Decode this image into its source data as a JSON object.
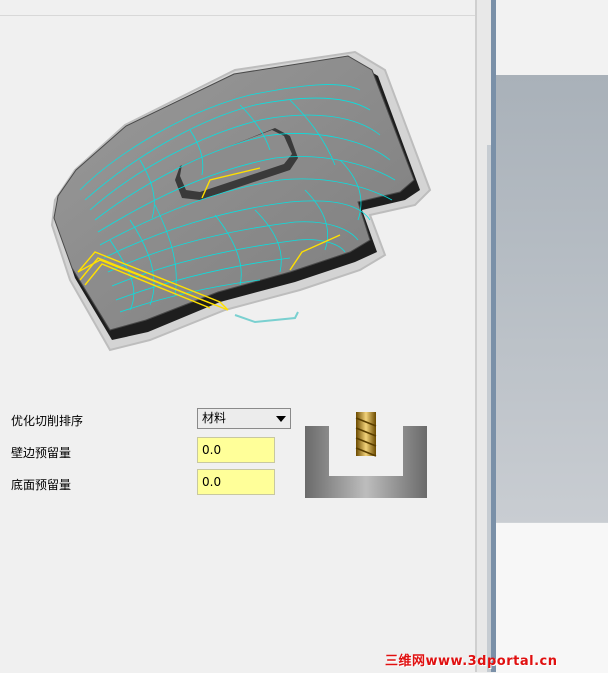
{
  "form": {
    "sort_label": "优化切削排序",
    "sort_value": "材料",
    "wall_stock_label": "壁边预留量",
    "wall_stock_value": "0.0",
    "floor_stock_label": "底面预留量",
    "floor_stock_value": "0.0"
  },
  "watermark": "三维网www.3dportal.cn",
  "colors": {
    "field_bg": "#ffff99",
    "toolpath": "#00e0e0",
    "toolpath_link": "#ffe000",
    "part_gray": "#8a8a8a",
    "watermark": "#e01010"
  },
  "icons": {
    "dropdown": "chevron-down-icon",
    "preview": "toolpath-preview-image",
    "tool": "end-mill-in-pocket-image"
  }
}
